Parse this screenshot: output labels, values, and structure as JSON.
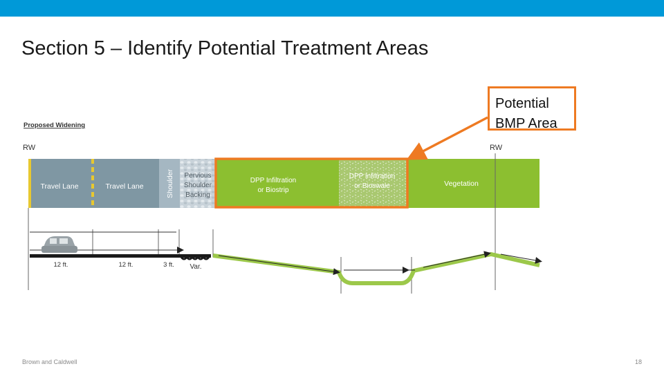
{
  "slide": {
    "title": "Section 5 – Identify Potential Treatment Areas",
    "footer_left": "Brown and Caldwell",
    "page_number": "18"
  },
  "callout": {
    "line1": "Potential",
    "line2": "BMP Area"
  },
  "diagram": {
    "heading": "Proposed Widening",
    "rw_left": "RW",
    "rw_right": "RW",
    "lane1": "Travel Lane",
    "lane2": "Travel Lane",
    "shoulder": "Shoulder",
    "pervious_line1": "Pervious",
    "pervious_line2": "Shoulder",
    "pervious_line3": "Backing",
    "dpp1_line1": "DPP Infiltration",
    "dpp1_line2": "or Biostrip",
    "dpp2_line1": "DPP Infiltration",
    "dpp2_line2": "or Bioswale",
    "vegetation": "Vegetation",
    "dim1": "12 ft.",
    "dim2": "12 ft.",
    "dim3": "3 ft.",
    "dim4": "Var."
  },
  "colors": {
    "accent_bar": "#0099d8",
    "highlight": "#ee7a22",
    "lane": "#7f97a3",
    "lane_stripe": "#e8c830",
    "vegetation": "#8cbf30",
    "bioswale": "#a9c870"
  },
  "icons": {
    "car": "car-icon"
  }
}
